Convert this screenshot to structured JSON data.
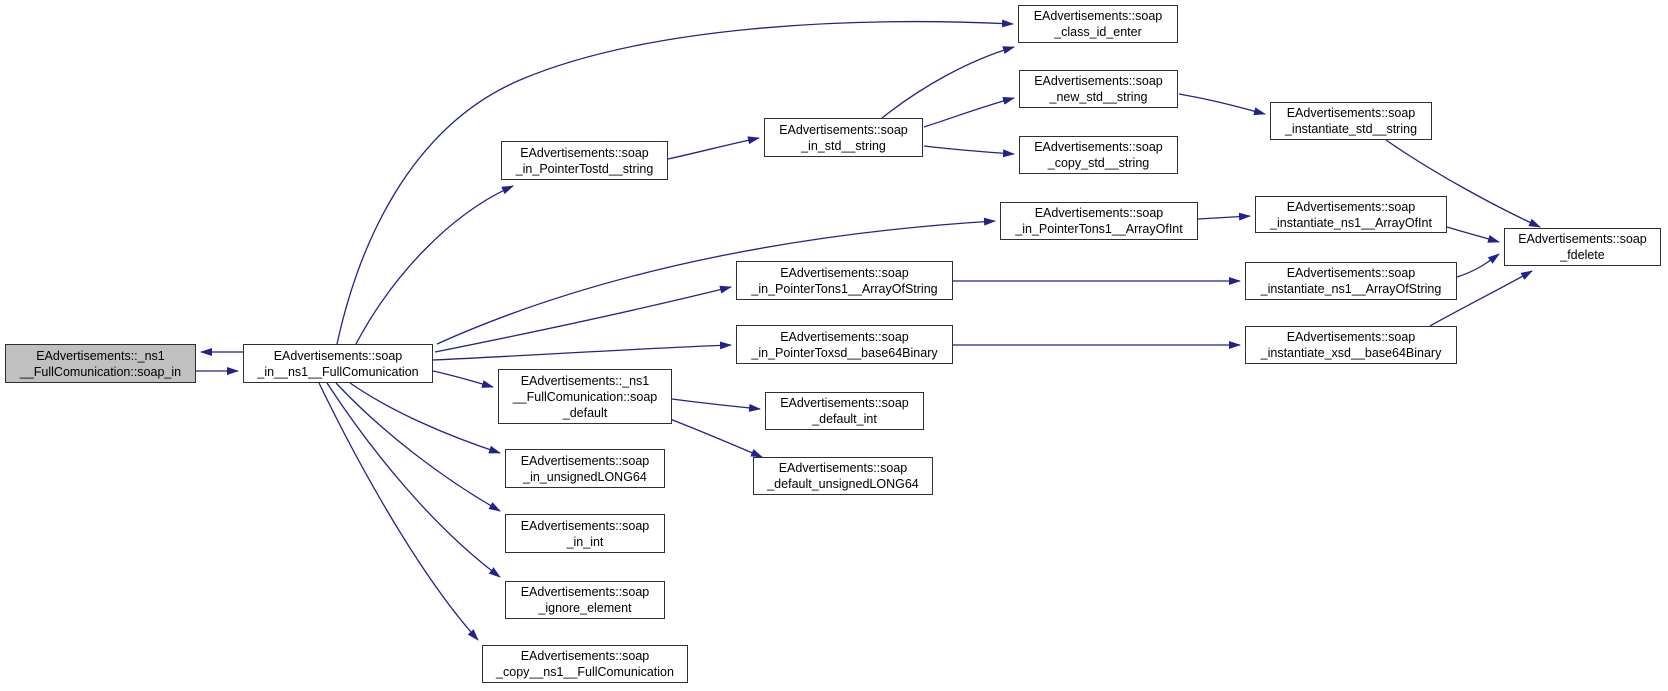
{
  "diagram": {
    "type": "call-graph",
    "edge_color": "#22228c",
    "root_fill": "#c0c0c0",
    "node_fill": "#ffffff",
    "nodes": {
      "soap_in_root": {
        "label": "EAdvertisements::_ns1\n__FullComunication::soap_in"
      },
      "in_full": {
        "label": "EAdvertisements::soap\n_in__ns1__FullComunication"
      },
      "class_id_enter": {
        "label": "EAdvertisements::soap\n_class_id_enter"
      },
      "in_ptr_std_string": {
        "label": "EAdvertisements::soap\n_in_PointerTostd__string"
      },
      "in_std_string": {
        "label": "EAdvertisements::soap\n_in_std__string"
      },
      "new_std_string": {
        "label": "EAdvertisements::soap\n_new_std__string"
      },
      "copy_std_string": {
        "label": "EAdvertisements::soap\n_copy_std__string"
      },
      "inst_std_string": {
        "label": "EAdvertisements::soap\n_instantiate_std__string"
      },
      "in_ptr_arrayofint": {
        "label": "EAdvertisements::soap\n_in_PointerTons1__ArrayOfInt"
      },
      "inst_arrayofint": {
        "label": "EAdvertisements::soap\n_instantiate_ns1__ArrayOfInt"
      },
      "fdelete": {
        "label": "EAdvertisements::soap\n_fdelete"
      },
      "in_ptr_arrayofstring": {
        "label": "EAdvertisements::soap\n_in_PointerTons1__ArrayOfString"
      },
      "inst_arrayofstring": {
        "label": "EAdvertisements::soap\n_instantiate_ns1__ArrayOfString"
      },
      "in_ptr_base64": {
        "label": "EAdvertisements::soap\n_in_PointerToxsd__base64Binary"
      },
      "inst_base64": {
        "label": "EAdvertisements::soap\n_instantiate_xsd__base64Binary"
      },
      "soap_default": {
        "label": "EAdvertisements::_ns1\n__FullComunication::soap\n_default"
      },
      "default_int": {
        "label": "EAdvertisements::soap\n_default_int"
      },
      "default_unsigned": {
        "label": "EAdvertisements::soap\n_default_unsignedLONG64"
      },
      "in_unsigned": {
        "label": "EAdvertisements::soap\n_in_unsignedLONG64"
      },
      "in_int": {
        "label": "EAdvertisements::soap\n_in_int"
      },
      "ignore_element": {
        "label": "EAdvertisements::soap\n_ignore_element"
      },
      "copy_full": {
        "label": "EAdvertisements::soap\n_copy__ns1__FullComunication"
      }
    },
    "edges": [
      {
        "from": "in_full",
        "to": "soap_in_root"
      },
      {
        "from": "soap_in_root",
        "to": "in_full"
      },
      {
        "from": "in_full",
        "to": "class_id_enter"
      },
      {
        "from": "in_full",
        "to": "in_ptr_std_string"
      },
      {
        "from": "in_full",
        "to": "in_ptr_arrayofint"
      },
      {
        "from": "in_full",
        "to": "in_ptr_arrayofstring"
      },
      {
        "from": "in_full",
        "to": "in_ptr_base64"
      },
      {
        "from": "in_full",
        "to": "soap_default"
      },
      {
        "from": "in_full",
        "to": "in_unsigned"
      },
      {
        "from": "in_full",
        "to": "in_int"
      },
      {
        "from": "in_full",
        "to": "ignore_element"
      },
      {
        "from": "in_full",
        "to": "copy_full"
      },
      {
        "from": "in_ptr_std_string",
        "to": "in_std_string"
      },
      {
        "from": "in_std_string",
        "to": "class_id_enter"
      },
      {
        "from": "in_std_string",
        "to": "new_std_string"
      },
      {
        "from": "in_std_string",
        "to": "copy_std_string"
      },
      {
        "from": "new_std_string",
        "to": "inst_std_string"
      },
      {
        "from": "inst_std_string",
        "to": "fdelete"
      },
      {
        "from": "in_ptr_arrayofint",
        "to": "inst_arrayofint"
      },
      {
        "from": "inst_arrayofint",
        "to": "fdelete"
      },
      {
        "from": "in_ptr_arrayofstring",
        "to": "inst_arrayofstring"
      },
      {
        "from": "inst_arrayofstring",
        "to": "fdelete"
      },
      {
        "from": "in_ptr_base64",
        "to": "inst_base64"
      },
      {
        "from": "inst_base64",
        "to": "fdelete"
      },
      {
        "from": "soap_default",
        "to": "default_int"
      },
      {
        "from": "soap_default",
        "to": "default_unsigned"
      }
    ]
  }
}
